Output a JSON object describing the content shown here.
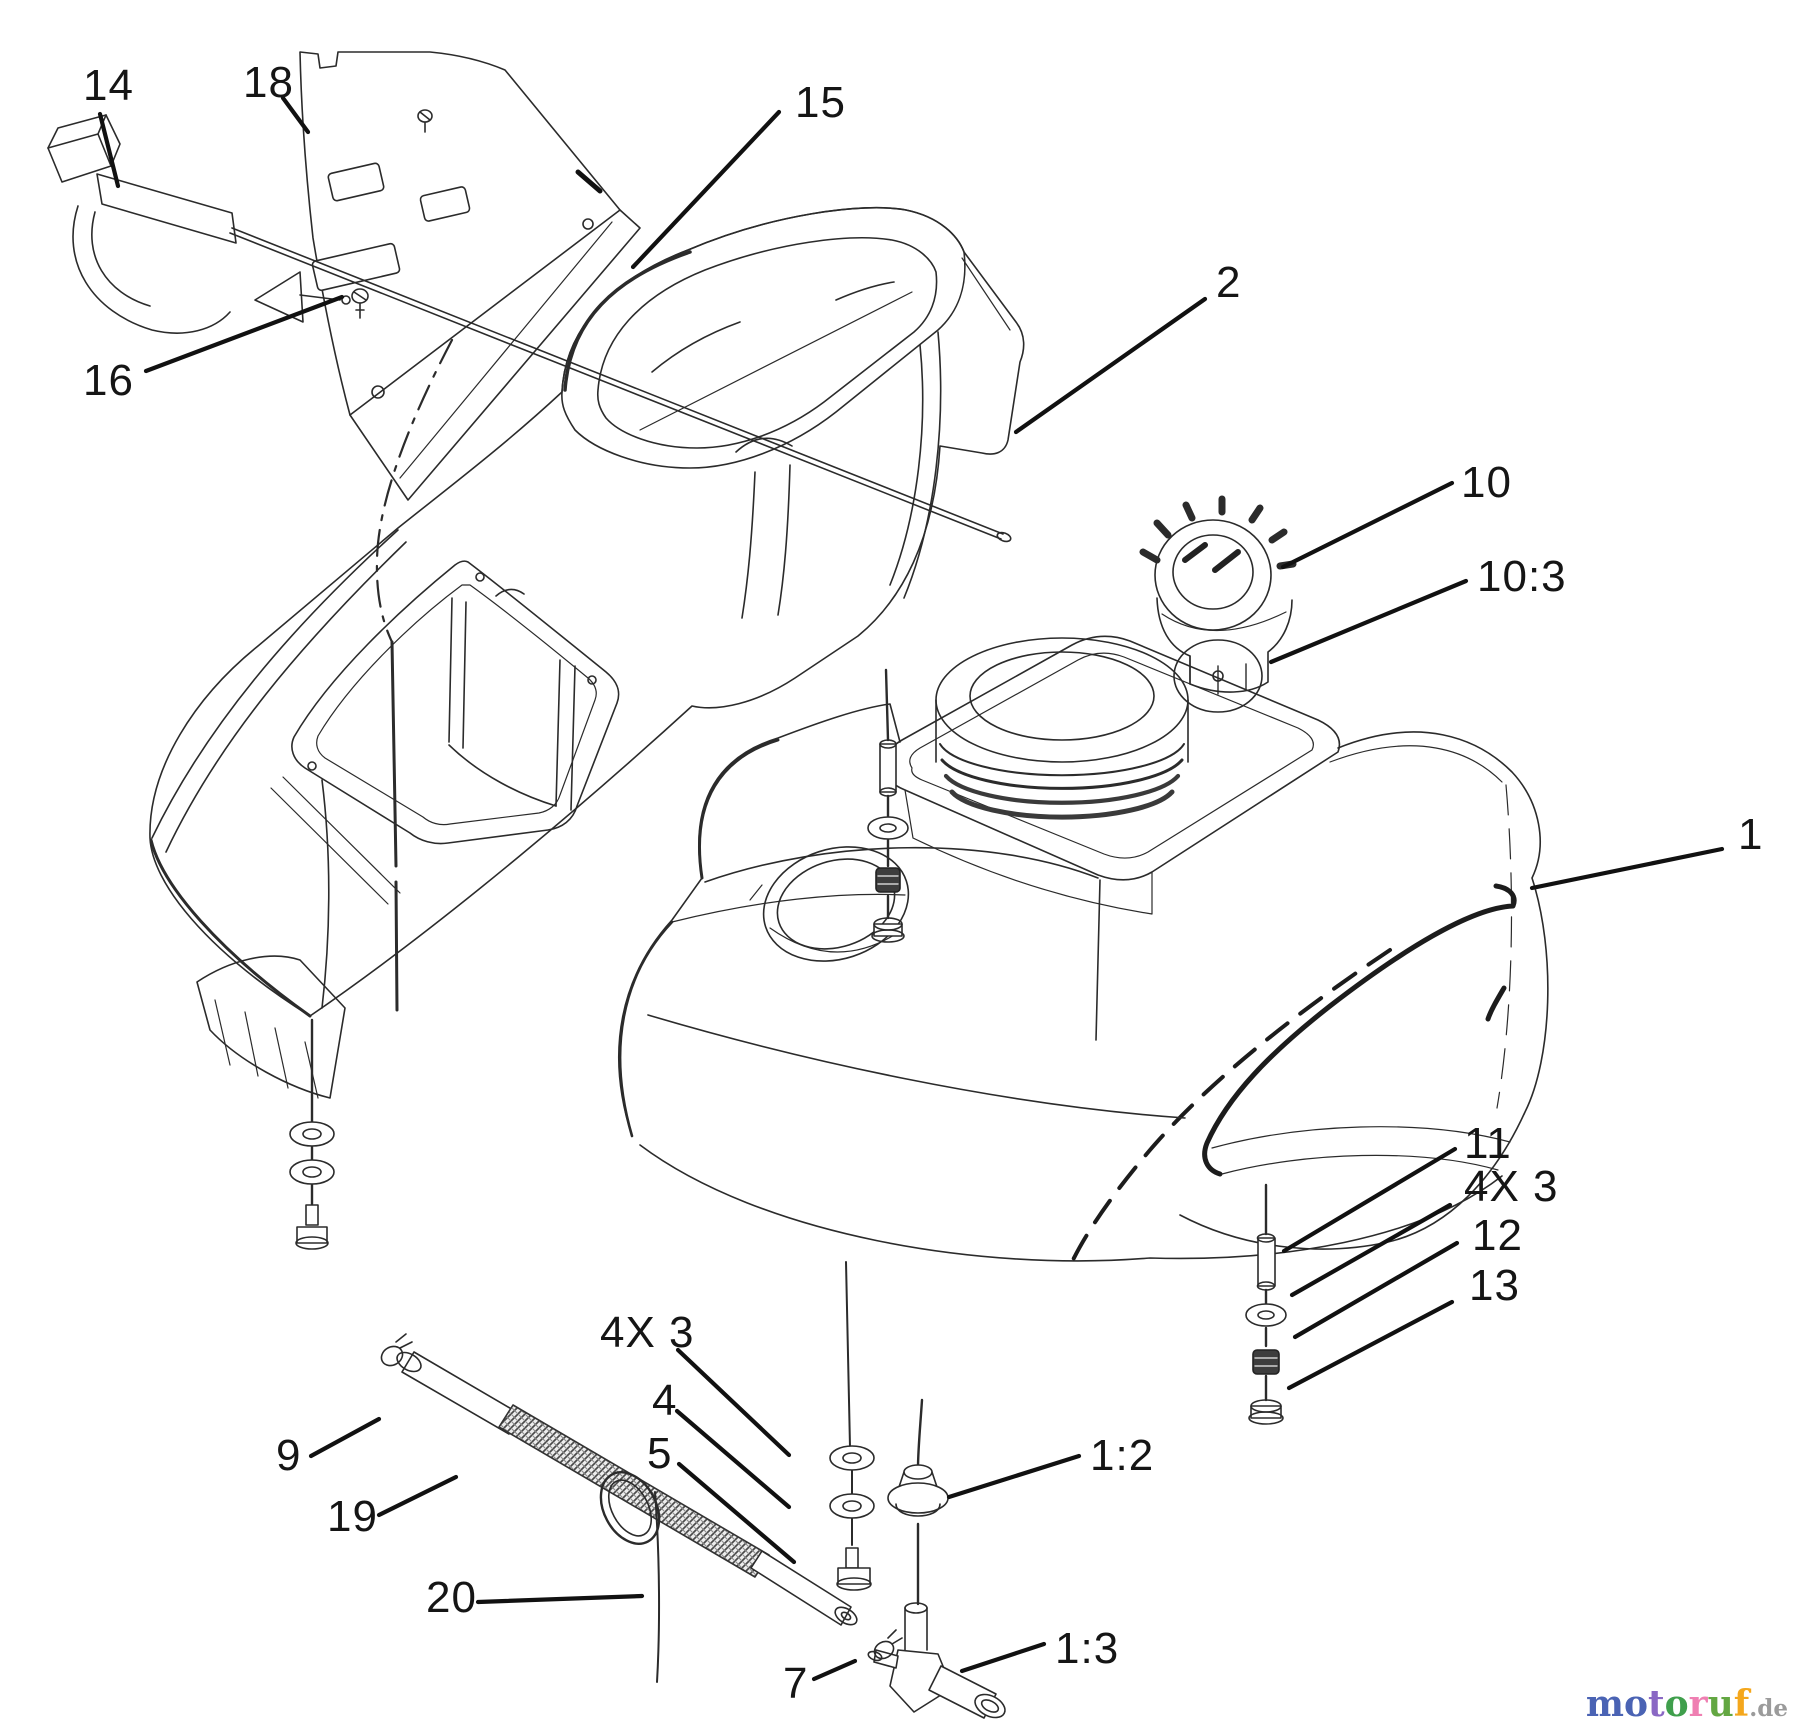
{
  "diagram": {
    "background": "#ffffff",
    "line_color": "#2b2b2b",
    "leader_color": "#111111"
  },
  "callouts": [
    {
      "id": "part-14",
      "text": "14"
    },
    {
      "id": "part-18",
      "text": "18"
    },
    {
      "id": "part-15",
      "text": "15"
    },
    {
      "id": "part-16",
      "text": "16"
    },
    {
      "id": "part-2",
      "text": "2"
    },
    {
      "id": "part-10",
      "text": "10"
    },
    {
      "id": "part-10-3",
      "text": "10:3"
    },
    {
      "id": "part-1",
      "text": "1"
    },
    {
      "id": "part-11",
      "text": "11"
    },
    {
      "id": "part-3-qty-right",
      "text": "4X 3"
    },
    {
      "id": "part-12",
      "text": "12"
    },
    {
      "id": "part-13",
      "text": "13"
    },
    {
      "id": "part-3-qty-left",
      "text": "4X 3"
    },
    {
      "id": "part-4",
      "text": "4"
    },
    {
      "id": "part-5",
      "text": "5"
    },
    {
      "id": "part-9",
      "text": "9"
    },
    {
      "id": "part-19",
      "text": "19"
    },
    {
      "id": "part-20",
      "text": "20"
    },
    {
      "id": "part-7",
      "text": "7"
    },
    {
      "id": "part-1-2",
      "text": "1:2"
    },
    {
      "id": "part-1-3",
      "text": "1:3"
    }
  ],
  "watermark": {
    "letters": [
      {
        "ch": "m",
        "color": "#4a63b4"
      },
      {
        "ch": "o",
        "color": "#4a63b4"
      },
      {
        "ch": "t",
        "color": "#8a68c4"
      },
      {
        "ch": "o",
        "color": "#3f9f4c"
      },
      {
        "ch": "r",
        "color": "#ef7fb2"
      },
      {
        "ch": "u",
        "color": "#63a742"
      },
      {
        "ch": "f",
        "color": "#f4a71d"
      }
    ],
    "suffix": {
      "text": ".de",
      "color": "#9b9b9b"
    }
  }
}
